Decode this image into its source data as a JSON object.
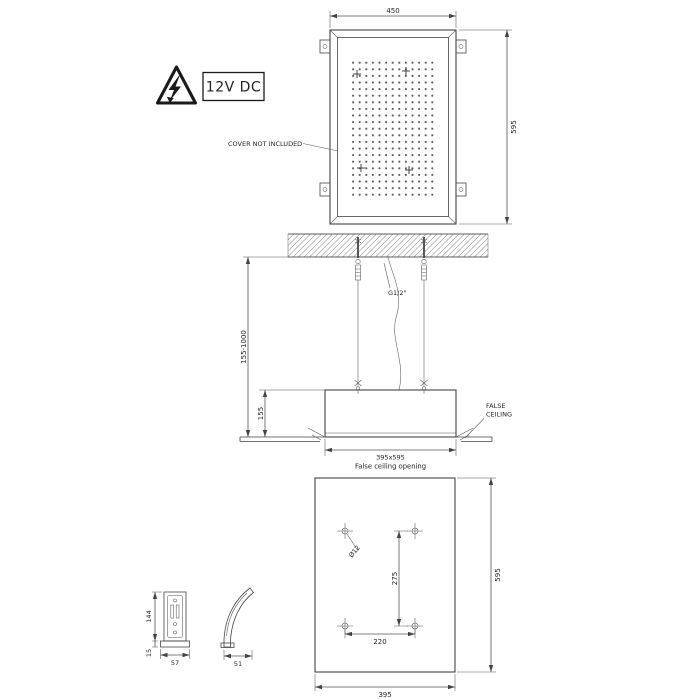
{
  "drawing": {
    "badge": {
      "voltage": "12V DC"
    },
    "top_view": {
      "dim_width": "450",
      "dim_height": "595",
      "note_cover": "COVER NOT INCLUDED"
    },
    "section_view": {
      "thread_label": "G1/2\"",
      "dim_suspension": "155-1000",
      "dim_unit_height": "155",
      "false_ceiling_line1": "FALSE",
      "false_ceiling_line2": "CEILING",
      "dim_opening": "395x595",
      "caption_opening": "False ceiling opening"
    },
    "plan_view": {
      "dim_height": "595",
      "dim_width": "395",
      "label_hole_diameter": "Ø12",
      "dim_holes_vertical": "275",
      "dim_holes_horizontal": "220"
    },
    "bracket_front": {
      "dim_height": "144",
      "dim_base_height": "15",
      "dim_width": "57"
    },
    "bracket_side": {
      "dim_depth": "51"
    }
  }
}
